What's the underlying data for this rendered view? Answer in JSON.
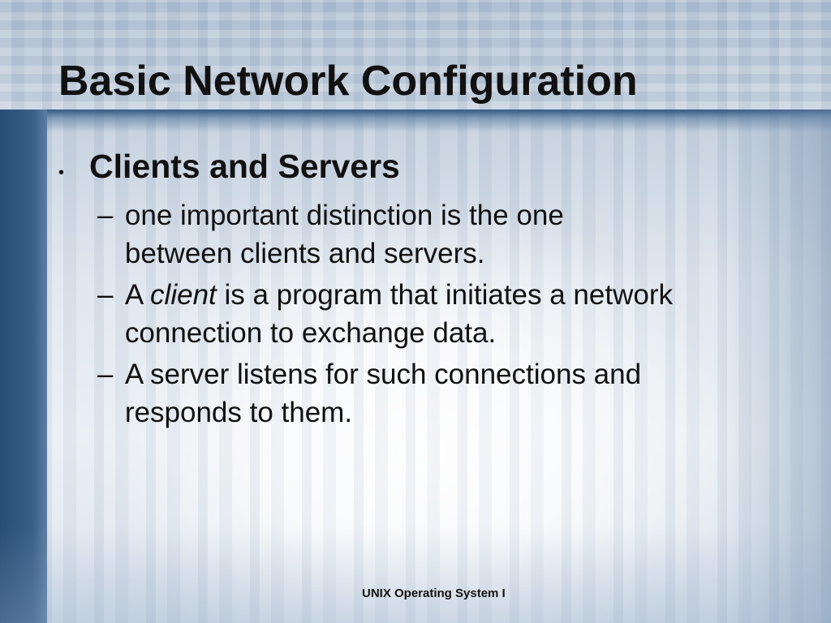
{
  "slide": {
    "title": "Basic Network Configuration",
    "bullet": {
      "marker": "•",
      "text": "Clients and Servers"
    },
    "sub_items": [
      {
        "dash": "–",
        "text": "one important distinction is the one between clients and servers."
      },
      {
        "dash": "–",
        "prefix": "A ",
        "emphasis": "client",
        "suffix": " is a program that initiates a network connection to exchange data."
      },
      {
        "dash": "–",
        "text": "A server listens for such connections and responds to them."
      }
    ],
    "footer": "UNIX Operating System I"
  },
  "colors": {
    "left_bar": "#284d74",
    "text": "#111111"
  }
}
